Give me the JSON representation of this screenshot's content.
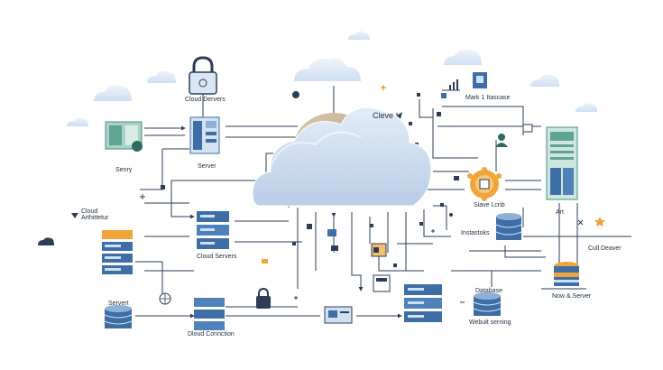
{
  "diagram": {
    "labels": {
      "cloud_servers_top": "Cloud Dervers",
      "server": "Server",
      "senry": "Senry",
      "cloud_arch_1": "Cloud",
      "cloud_arch_2": "Arthittetur",
      "cloud_servers_mid": "Cloud Servers",
      "servert": "Servert",
      "cloud_connection": "Dloud Connction",
      "cleve": "Cleve",
      "mark": "Mark 1 Itascase",
      "slave": "Siave Lcnb",
      "art": "Art",
      "instastoks": "Instastoks",
      "cull_deaver": "Cull Deaver",
      "database": "Database",
      "now_server": "Now & Server",
      "webuilt": "Webult serning"
    },
    "colors": {
      "line": "#2c3e55",
      "cloud_blue": "#c9daf0",
      "cloud_tan": "#c9b79c",
      "server_blue": "#3d6ea5",
      "server_light": "#cfe0f2",
      "teal": "#8fc7b8",
      "orange": "#f0a53a",
      "sky_cloud": "#dce8f7"
    },
    "icons": [
      "lock-icon",
      "server-icon",
      "cloud-icon",
      "database-icon",
      "user-icon",
      "globe-icon",
      "chart-icon",
      "gear-icon",
      "pin-icon"
    ]
  }
}
